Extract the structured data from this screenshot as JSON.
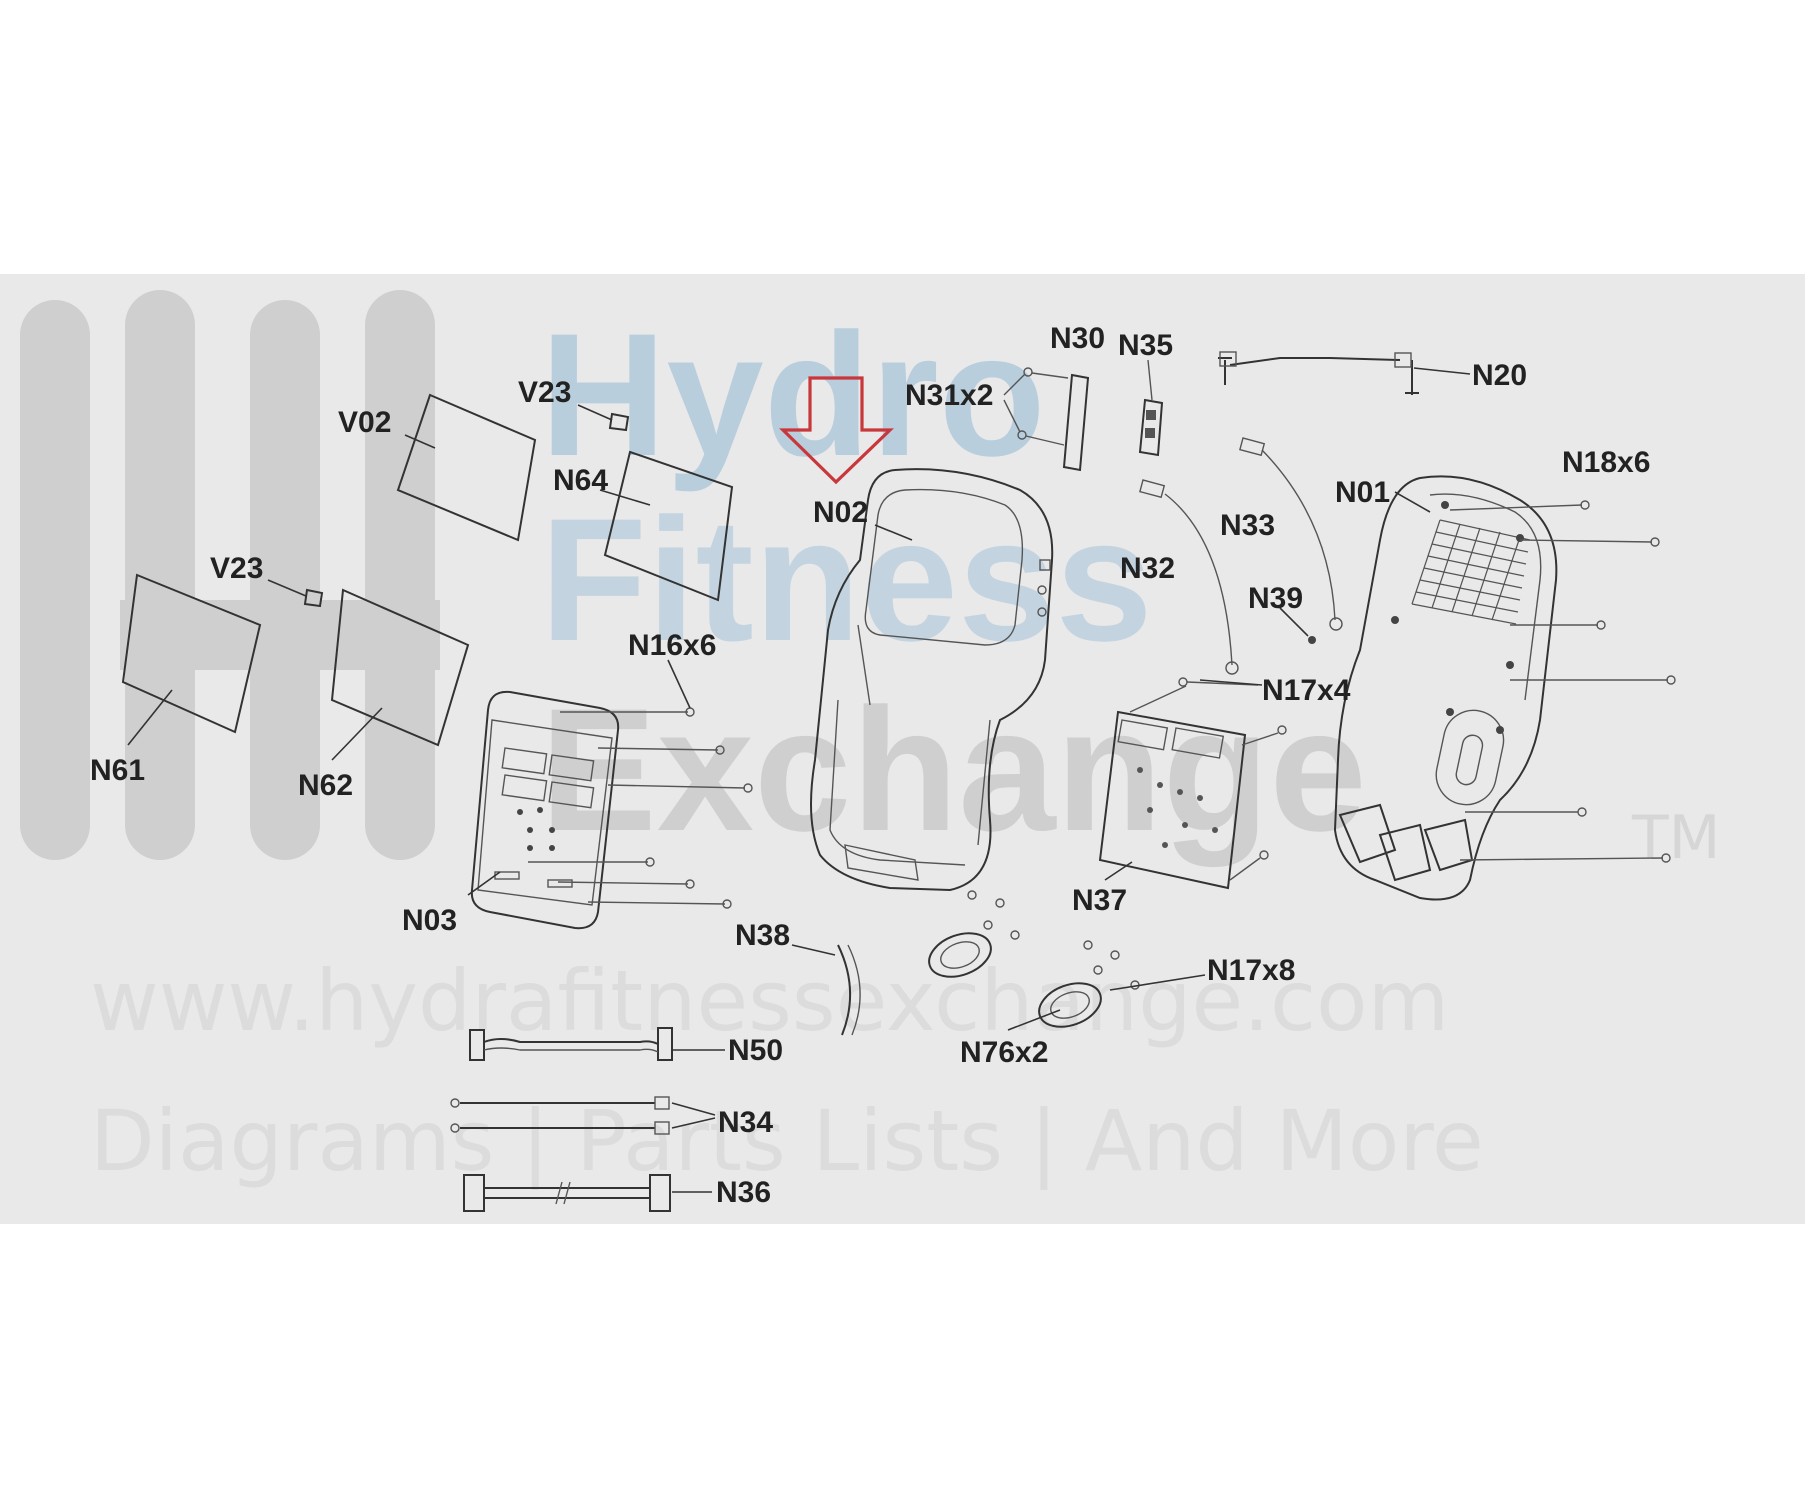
{
  "watermark": {
    "brand_line1": "Hydro",
    "brand_line2": "Fitness",
    "brand_line3": "Exchange",
    "trademark": "TM",
    "url": "www.hydrafitnessexchange.com",
    "tagline": "Diagrams | Parts Lists | And More"
  },
  "callouts": {
    "v02": "V02",
    "v23_top": "V23",
    "n64": "N64",
    "v23_left": "V23",
    "n61": "N61",
    "n62": "N62",
    "n16x6": "N16x6",
    "n03": "N03",
    "n02": "N02",
    "n31x2": "N31x2",
    "n30": "N30",
    "n35": "N35",
    "n20": "N20",
    "n33": "N33",
    "n32": "N32",
    "n39": "N39",
    "n01": "N01",
    "n18x6": "N18x6",
    "n17x4": "N17x4",
    "n37": "N37",
    "n38": "N38",
    "n17x8": "N17x8",
    "n76x2": "N76x2",
    "n50": "N50",
    "n34": "N34",
    "n36": "N36"
  },
  "highlight": {
    "target": "N02",
    "arrow_color": "#c8373b"
  },
  "colors": {
    "band": "#e9e9e9",
    "watermark_logo": "#cfcfcf",
    "watermark_blue": "#b9cedd",
    "line_art": "#333333"
  }
}
